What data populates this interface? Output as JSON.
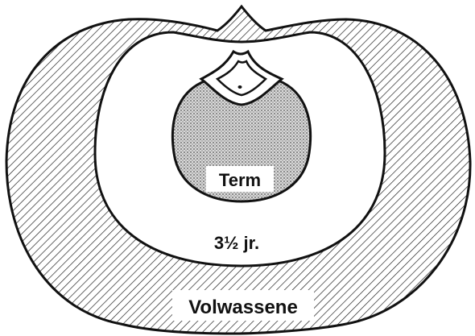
{
  "labels": {
    "inner": "Term",
    "middle": "3½ jr.",
    "outer": "Volwassene"
  },
  "colors": {
    "ink": "#111111",
    "paper": "#ffffff",
    "stipple": "#9a9a9a"
  }
}
